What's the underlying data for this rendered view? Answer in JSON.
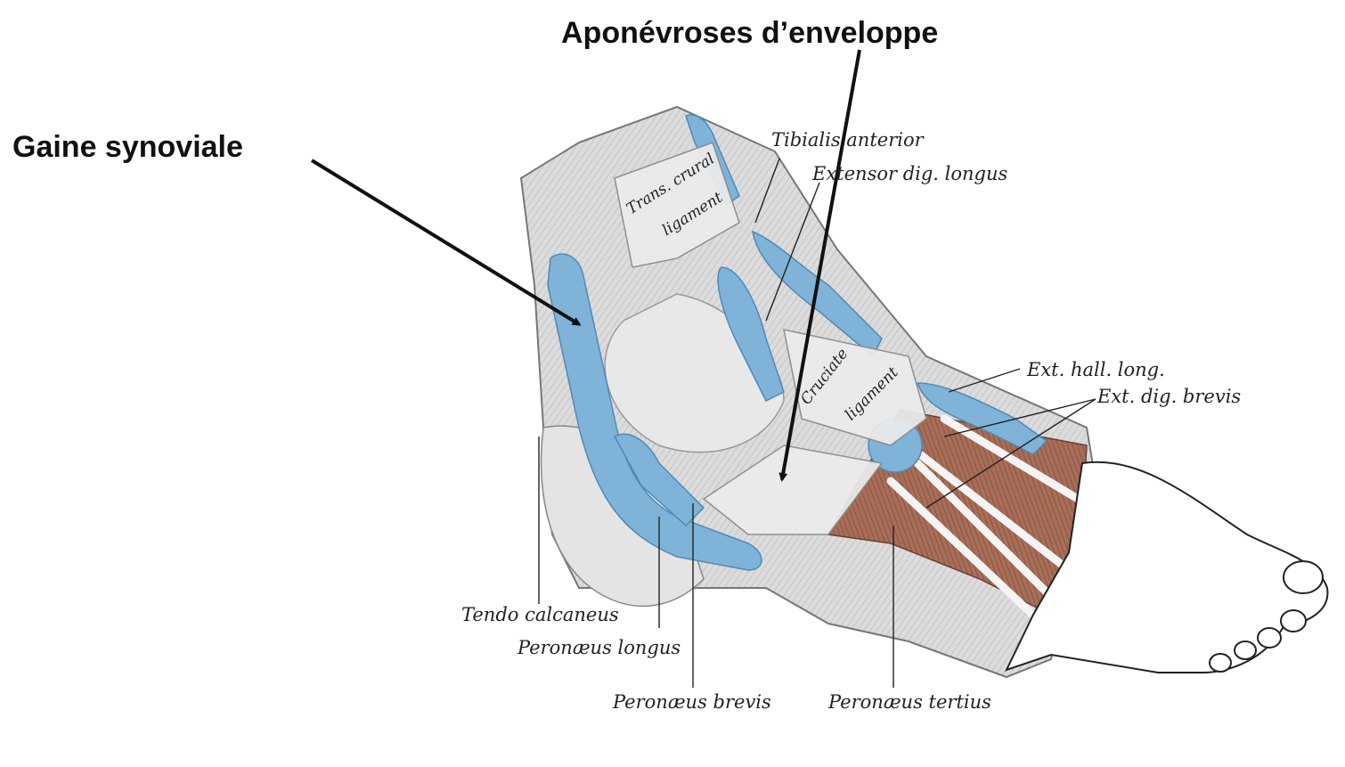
{
  "callouts": {
    "top": "Aponévroses d’enveloppe",
    "left": "Gaine synoviale"
  },
  "labels": {
    "tibialis_anterior": "Tibialis anterior",
    "extensor_dig_longus": "Extensor dig. longus",
    "trans_crural": "Trans. crural",
    "trans_crural_lig": "ligament",
    "cruciate": "Cruciate",
    "cruciate_lig": "ligament",
    "ext_hall_long": "Ext. hall. long.",
    "ext_dig_brevis": "Ext. dig. brevis",
    "tendo_calcaneus": "Tendo calcaneus",
    "peronaeus_longus": "Peronæus longus",
    "peronaeus_brevis": "Peronæus brevis",
    "peronaeus_tertius": "Peronæus tertius"
  },
  "colors": {
    "sheath": "#7fb3d8",
    "tissue": "#d9d9d9",
    "muscle": "#a86e58",
    "ink": "#111111"
  }
}
